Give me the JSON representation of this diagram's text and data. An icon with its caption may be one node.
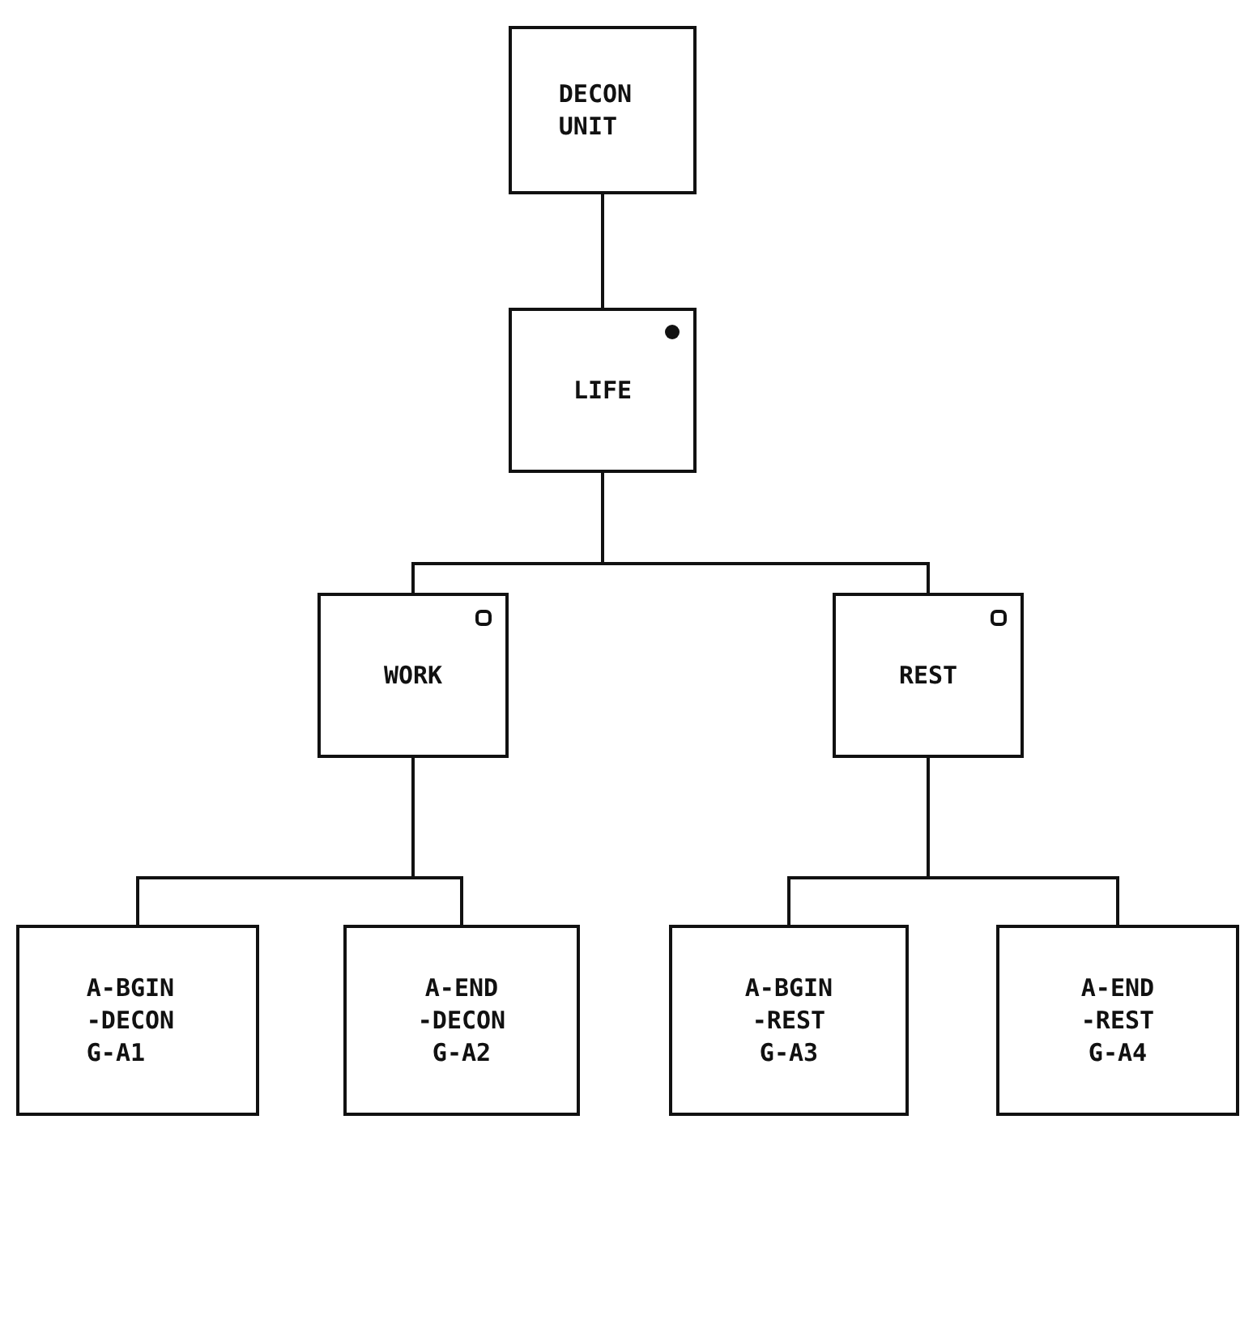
{
  "diagram": {
    "nodes": [
      {
        "text": [
          "DECON UNIT"
        ]
      },
      {
        "text": [
          "LIFE"
        ]
      },
      {
        "text": [
          "WORK"
        ]
      },
      {
        "text": [
          "REST"
        ]
      },
      {
        "text": [
          "A-BGIN -DECON G-A1"
        ]
      },
      {
        "text": [
          "A-END -DECON G-A2"
        ]
      },
      {
        "text": [
          "A-BGIN -REST G-A3"
        ]
      },
      {
        "text": [
          "A-END -REST G-A4"
        ]
      }
    ],
    "edges": [
      {
        "from": 0,
        "to": 1,
        "arrow": "none"
      },
      {
        "from": 1,
        "to": 2,
        "arrow": "none"
      },
      {
        "from": 1,
        "to": 3,
        "arrow": "none"
      },
      {
        "from": 2,
        "to": 4,
        "arrow": "none"
      },
      {
        "from": 2,
        "to": 5,
        "arrow": "none"
      },
      {
        "from": 3,
        "to": 6,
        "arrow": "none"
      },
      {
        "from": 3,
        "to": 7,
        "arrow": "none"
      }
    ]
  }
}
